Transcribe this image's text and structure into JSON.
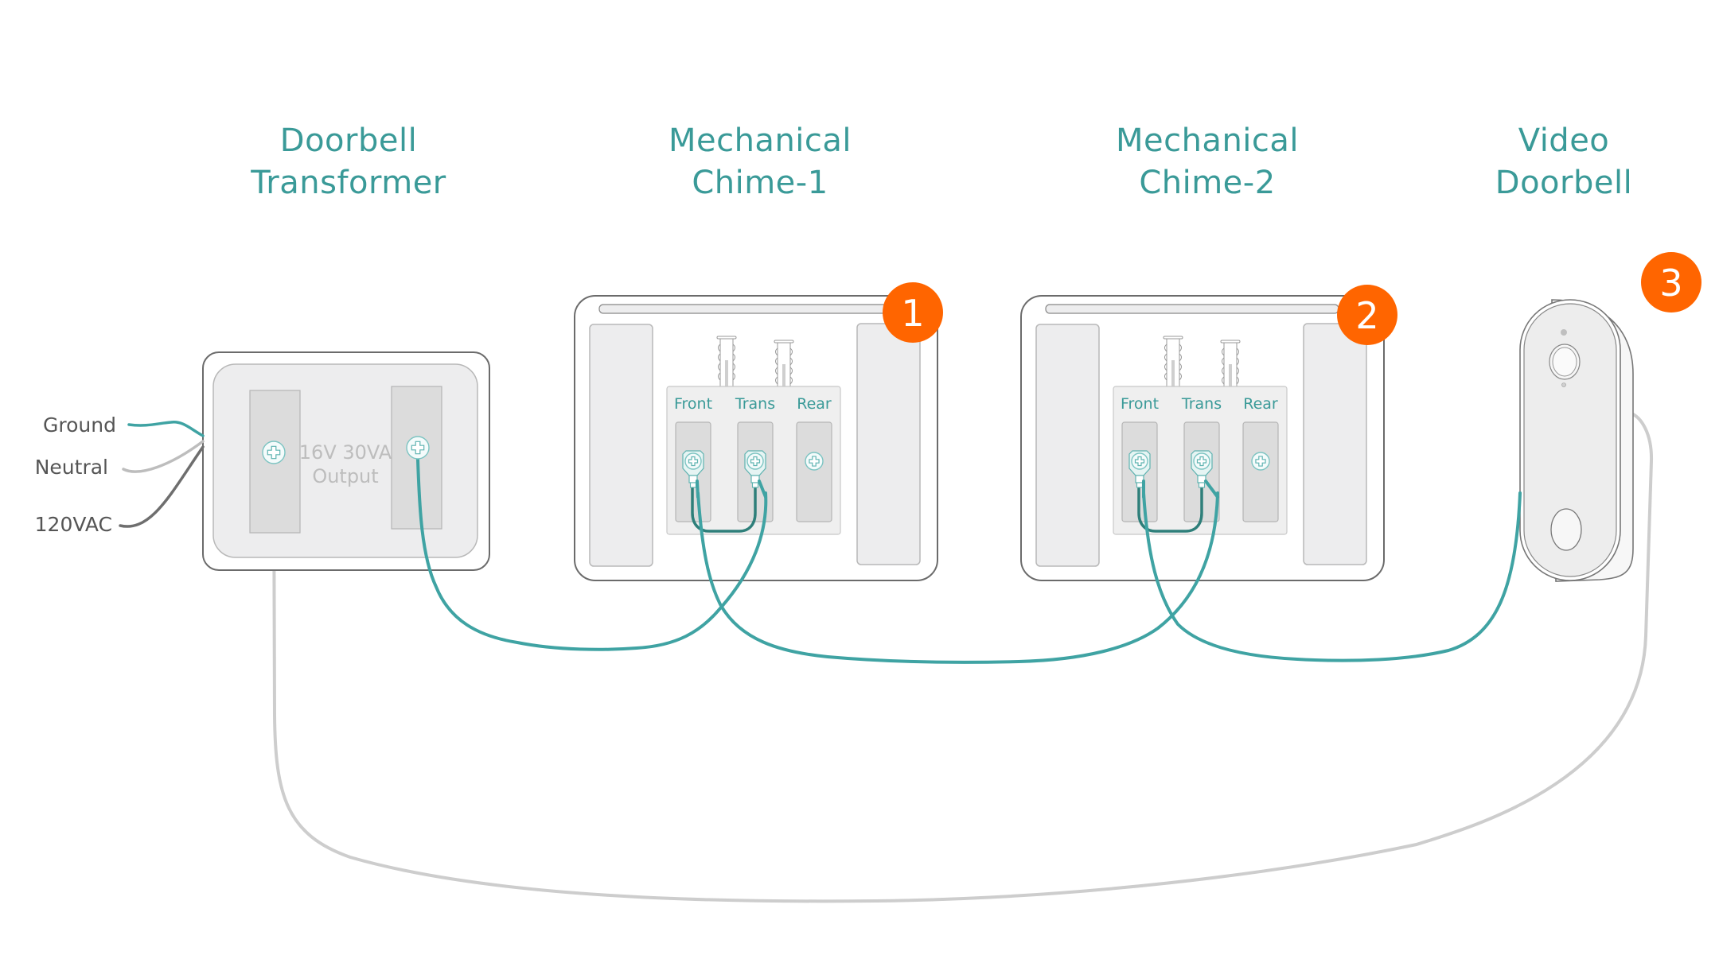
{
  "colors": {
    "heading": "#3A9A98",
    "terminal_label": "#3A9A98",
    "signal_wire": "#3FA3A3",
    "jumper_wire": "#2E7F7A",
    "return_wire": "#CDCDCD",
    "ground_wire": "#3FA3A3",
    "neutral_wire": "#BDBDBD",
    "line_wire": "#6E6E6E",
    "badge": "#FF6500"
  },
  "headings": {
    "transformer": [
      "Doorbell",
      "Transformer"
    ],
    "chime1": [
      "Mechanical",
      "Chime-1"
    ],
    "chime2": [
      "Mechanical",
      "Chime-2"
    ],
    "doorbell": [
      "Video",
      "Doorbell"
    ]
  },
  "transformer": {
    "inputs": {
      "ground": "Ground",
      "neutral": "Neutral",
      "line": "120VAC"
    },
    "output_label": [
      "16V 30VA",
      "Output"
    ]
  },
  "chime1": {
    "terminals": [
      "Front",
      "Trans",
      "Rear"
    ],
    "badge": "1"
  },
  "chime2": {
    "terminals": [
      "Front",
      "Trans",
      "Rear"
    ],
    "badge": "2"
  },
  "doorbell": {
    "badge": "3"
  }
}
